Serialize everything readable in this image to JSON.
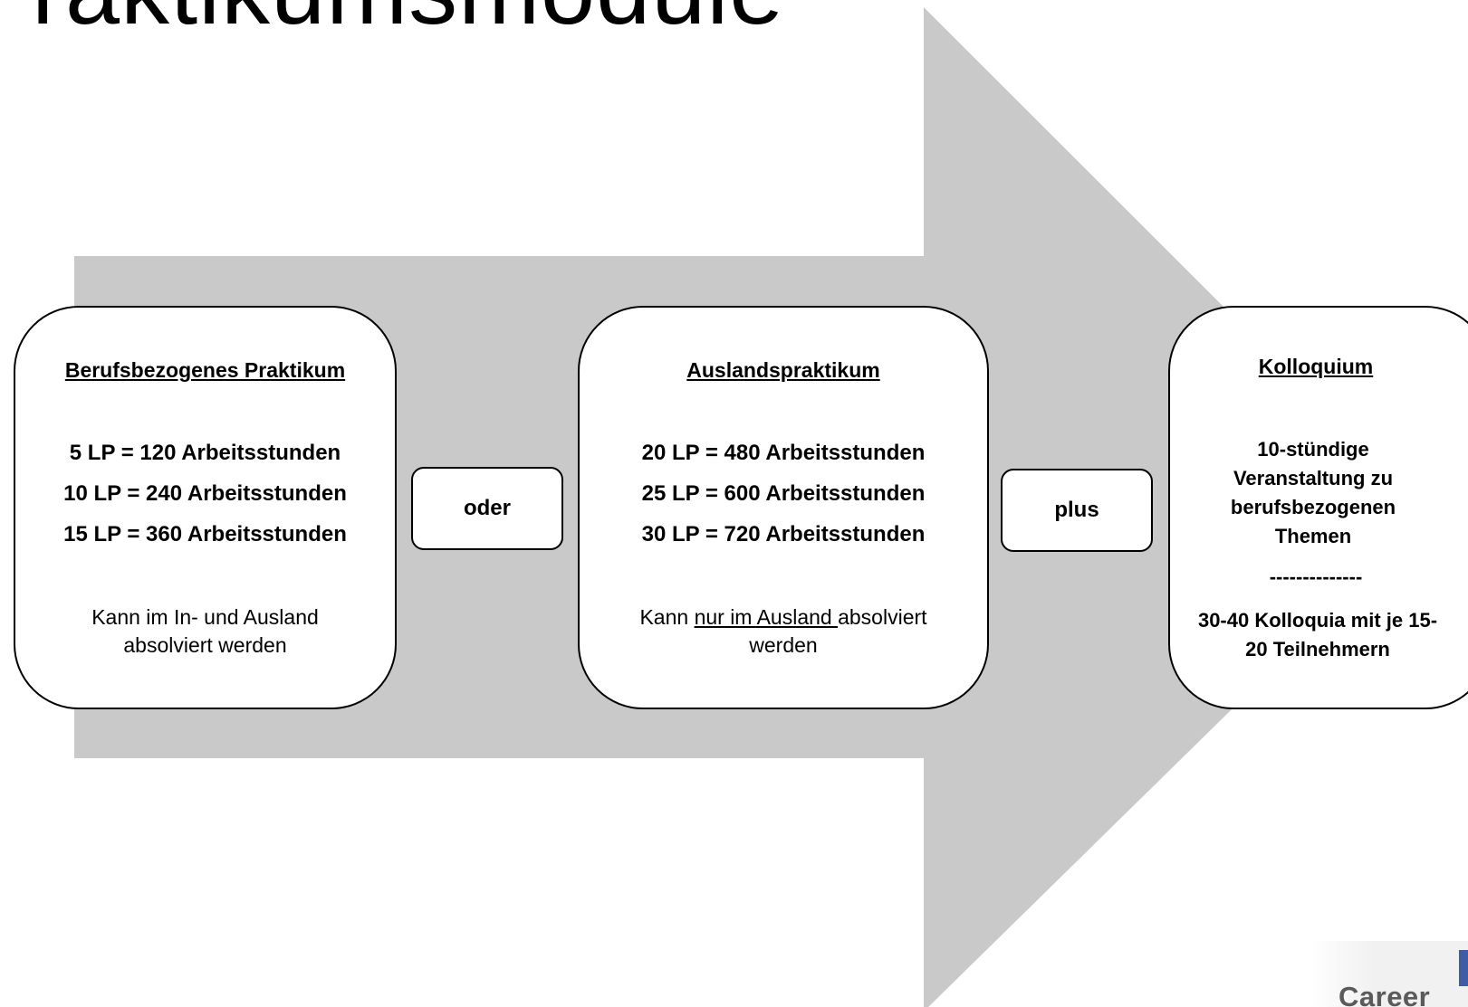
{
  "title": "Praktikumsmodule",
  "cards": {
    "praktikum": {
      "title": "Berufsbezogenes Praktikum",
      "lines": [
        "5 LP = 120 Arbeitsstunden",
        "10 LP = 240 Arbeitsstunden",
        "15 LP = 360 Arbeitsstunden"
      ],
      "note": "Kann im In- und Ausland absolviert werden"
    },
    "ausland": {
      "title": "Auslandspraktikum",
      "lines": [
        "20 LP = 480 Arbeitsstunden",
        "25 LP = 600 Arbeitsstunden",
        "30 LP = 720 Arbeitsstunden"
      ],
      "note_prefix": "Kann ",
      "note_underlined": "nur im Ausland ",
      "note_suffix": "absolviert werden"
    },
    "kolloquium": {
      "title": "Kolloquium",
      "description": "10-stündige Veranstaltung zu berufsbezogenen Themen",
      "divider": "--------------",
      "detail": "30-40 Kolloquia mit je 15-20 Teilnehmern"
    }
  },
  "connectors": {
    "oder": "oder",
    "plus": "plus"
  },
  "logo": {
    "text": "Career"
  },
  "colors": {
    "arrow": "#c9c9c9",
    "logo_accent": "#3f5ca6"
  }
}
